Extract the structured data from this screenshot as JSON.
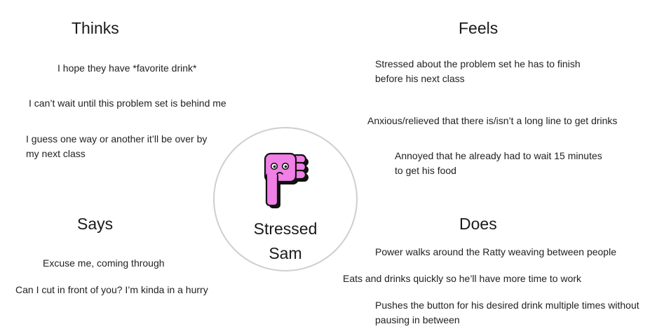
{
  "quadrants": {
    "thinks": {
      "title": "Thinks",
      "notes": [
        "I hope they have *favorite drink*",
        "I can’t wait until this problem set is behind me",
        "I guess one way or another it’ll be over by",
        "my next class"
      ]
    },
    "feels": {
      "title": "Feels",
      "notes": [
        "Stressed about the problem set he has to finish",
        "before his next class",
        "Anxious/relieved that there is/isn’t a long line to get drinks",
        "Annoyed that he already had to wait 15 minutes",
        "to get his food"
      ]
    },
    "says": {
      "title": "Says",
      "notes": [
        "Excuse me, coming through",
        "Can I cut in front of you? I’m kinda in a hurry"
      ]
    },
    "does": {
      "title": "Does",
      "notes": [
        "Power walks around the Ratty weaving between people",
        "Eats and drinks quickly so he’ll have more time to work",
        "Pushes the button for his desired drink multiple times without",
        "pausing in between"
      ]
    }
  },
  "persona": {
    "name_line1": "Stressed",
    "name_line2": "Sam",
    "icon": "thumbs-down-mascot-icon",
    "colors": {
      "body": "#f07fe6",
      "outline": "#111111",
      "circle_border": "#cfcfcf"
    }
  }
}
